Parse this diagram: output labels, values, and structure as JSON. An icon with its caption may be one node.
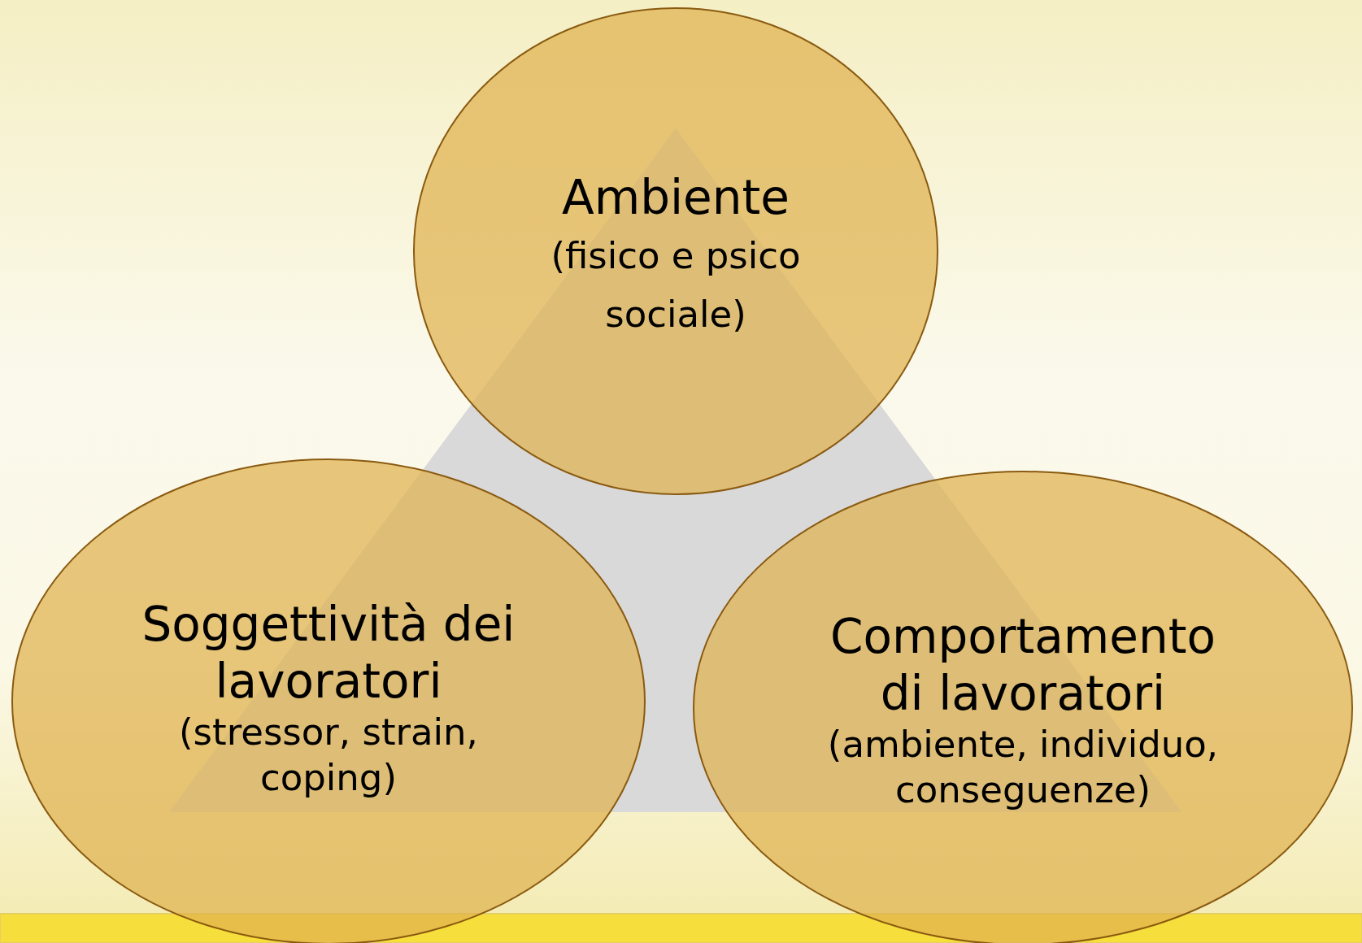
{
  "diagram": {
    "nodes": [
      {
        "text": [
          "Ambiente",
          "(fisico e psico sociale)"
        ]
      },
      {
        "text": [
          "Soggettività dei lavoratori",
          "(stressor, strain, coping)"
        ]
      },
      {
        "text": [
          "Comportamento di lavoratori",
          "(ambiente, individuo, conseguenze)"
        ]
      }
    ]
  }
}
